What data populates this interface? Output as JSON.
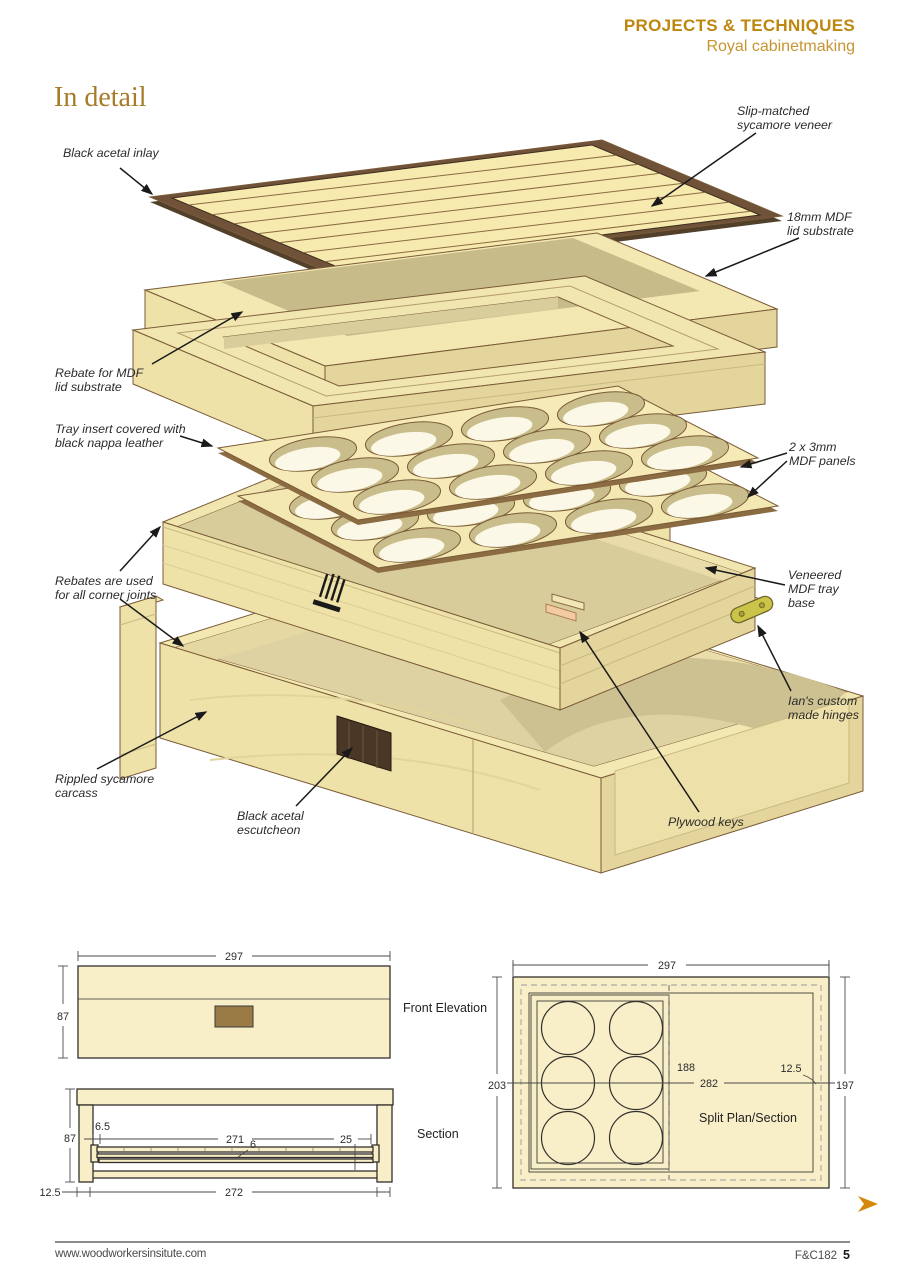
{
  "header": {
    "section": "PROJECTS & TECHNIQUES",
    "subtitle": "Royal cabinetmaking"
  },
  "title": "In detail",
  "diagram": {
    "labels": [
      {
        "name": "black-acetal-inlay",
        "text": "Black acetal inlay"
      },
      {
        "name": "slip-matched-veneer",
        "text": "Slip-matched\nsycamore veneer"
      },
      {
        "name": "mdf-lid-substrate",
        "text": "18mm MDF\nlid substrate"
      },
      {
        "name": "rebate-for-lid",
        "text": "Rebate for MDF\nlid substrate"
      },
      {
        "name": "tray-insert",
        "text": "Tray insert covered with\nblack nappa leather"
      },
      {
        "name": "mdf-panels",
        "text": "2 x 3mm\nMDF panels"
      },
      {
        "name": "corner-rebates",
        "text": "Rebates are used\nfor all corner joints"
      },
      {
        "name": "veneered-tray-base",
        "text": "Veneered\nMDF tray\nbase"
      },
      {
        "name": "custom-hinges",
        "text": "Ian's custom\nmade hinges"
      },
      {
        "name": "rippled-carcass",
        "text": "Rippled sycamore\ncarcass"
      },
      {
        "name": "escutcheon",
        "text": "Black acetal\nescutcheon"
      },
      {
        "name": "plywood-keys",
        "text": "Plywood keys"
      }
    ]
  },
  "drawings": {
    "front_elevation": {
      "title": "Front Elevation",
      "width": "297",
      "height": "87"
    },
    "section": {
      "title": "Section",
      "height": "87",
      "base_offset": "12.5",
      "tray_inset": "6.5",
      "tray_length": "271",
      "tray_thickness": "6",
      "end_gap": "25",
      "internal_width": "272"
    },
    "split_plan": {
      "title": "Split Plan/Section",
      "width": "297",
      "depth": "203",
      "tray_depth": "188",
      "internal_width": "282",
      "wall_thickness": "12.5",
      "right_depth": "197"
    }
  },
  "footer": {
    "website": "www.woodworkersinsitute.com",
    "issue": "F&C182",
    "page": "5"
  },
  "colors": {
    "accent_gold": "#BE860D",
    "subtitle_gold": "#C69530",
    "title_brown": "#A67C28",
    "next_arrow": "#D4880C"
  }
}
